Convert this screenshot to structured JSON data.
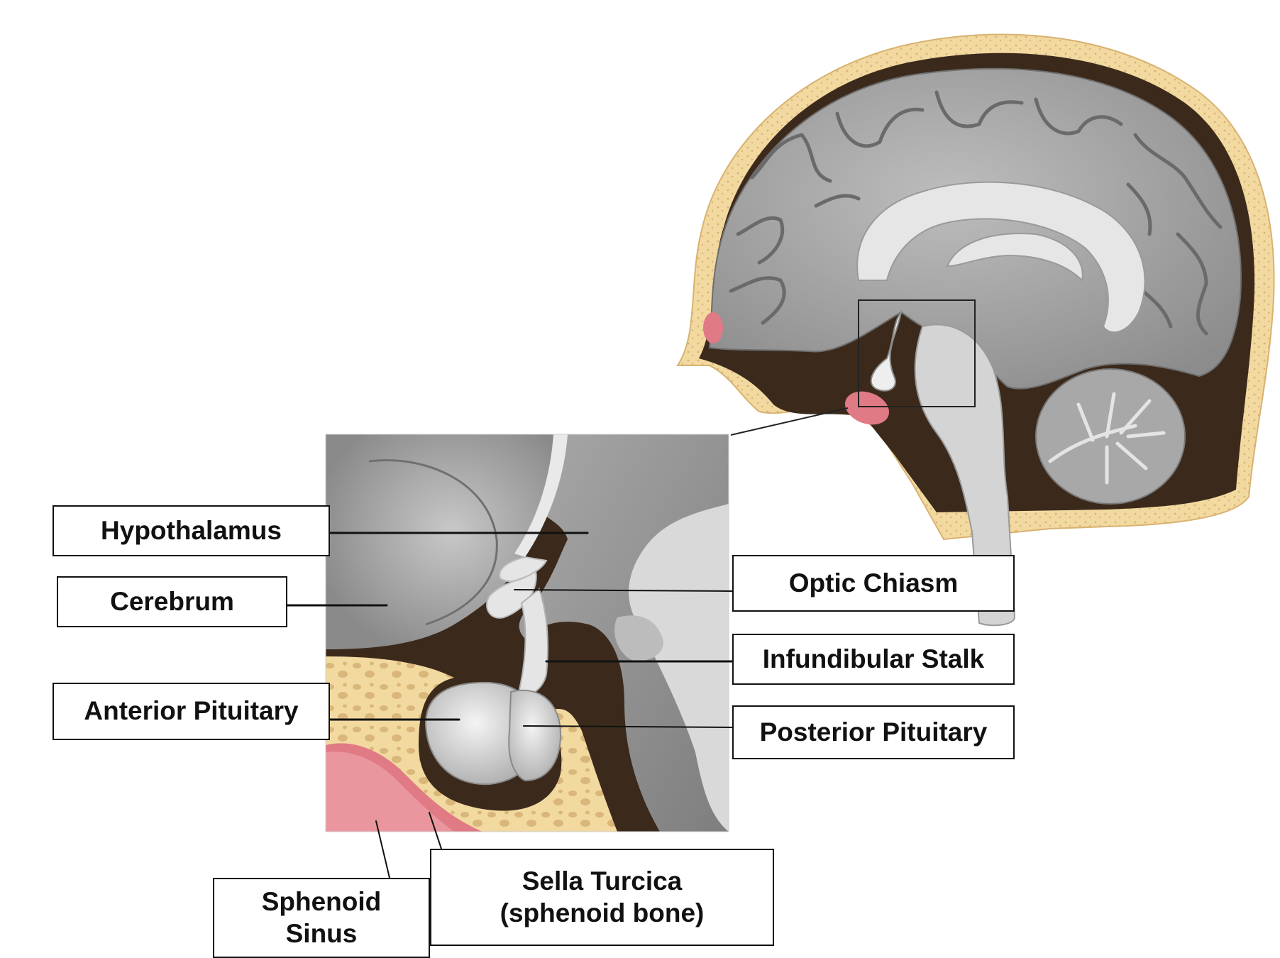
{
  "labels": {
    "hypothalamus": "Hypothalamus",
    "cerebrum": "Cerebrum",
    "anterior_pituitary": "Anterior Pituitary",
    "optic_chiasm": "Optic Chiasm",
    "infundibular_stalk": "Infundibular Stalk",
    "posterior_pituitary": "Posterior Pituitary",
    "sphenoid_sinus_line1": "Sphenoid",
    "sphenoid_sinus_line2": "Sinus",
    "sella_turcica_line1": "Sella Turcica",
    "sella_turcica_line2": "(sphenoid bone)"
  },
  "colors": {
    "skull_bone": "#f2d9a0",
    "bone_pores": "#d9b77a",
    "dark_cavity": "#3b2a1c",
    "brain_gray": "#9a9a9a",
    "brain_light": "#dcdcdc",
    "sinus_pink": "#e07a85",
    "label_border": "#111111"
  },
  "icons": [
    "brain-sagittal-illustration",
    "pituitary-inset-illustration"
  ]
}
